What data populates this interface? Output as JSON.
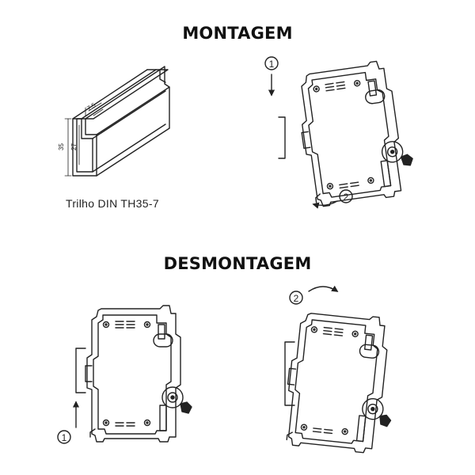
{
  "sections": {
    "mounting_title": "MONTAGEM",
    "dismounting_title": "DESMONTAGEM"
  },
  "rail": {
    "caption": "Trilho DIN TH35-7",
    "dims": [
      "7.5",
      "35",
      "27"
    ]
  },
  "steps": {
    "mount_step1": "1",
    "mount_step2": "2",
    "dismount_step1": "1",
    "dismount_step2": "2"
  }
}
